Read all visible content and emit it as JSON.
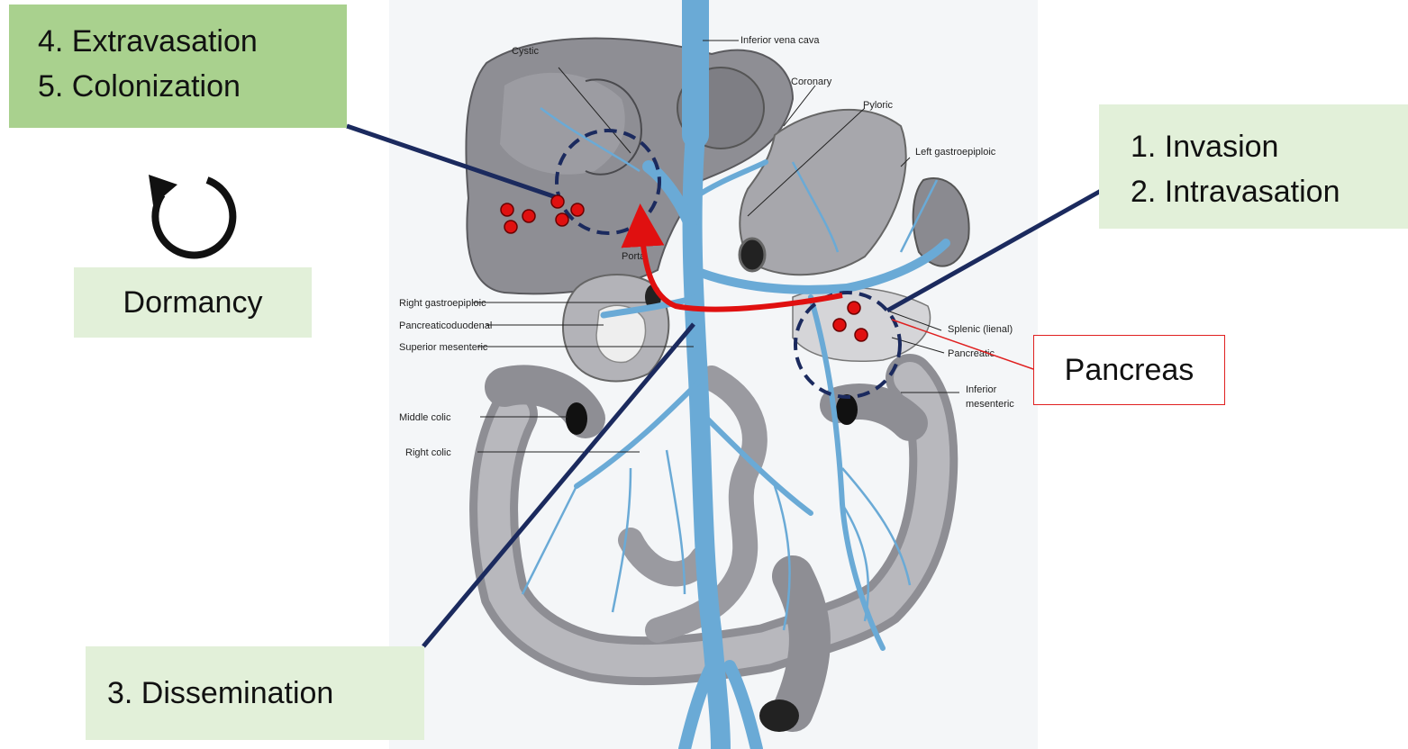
{
  "steps": {
    "extravasation": "4. Extravasation",
    "colonization": "5. Colonization",
    "invasion": "1. Invasion",
    "intravasation": "2. Intravasation",
    "dissemination": "3. Dissemination",
    "dormancy": "Dormancy"
  },
  "callout": {
    "pancreas": "Pancreas"
  },
  "anatomy_labels": {
    "inferior_vena_cava": "Inferior vena cava",
    "cystic": "Cystic",
    "coronary": "Coronary",
    "pyloric": "Pyloric",
    "left_gastroepiploic": "Left gastroepiploic",
    "portal": "Portal",
    "right_gastroepiploic": "Right gastroepiploic",
    "pancreaticoduodenal": "Pancreaticoduodenal",
    "superior_mesenteric": "Superior mesenteric",
    "splenic": "Splenic (lienal)",
    "pancreatic": "Pancreatic",
    "inferior_mesenteric_1": "Inferior",
    "inferior_mesenteric_2": "mesenteric",
    "middle_colic": "Middle colic",
    "right_colic": "Right colic"
  },
  "colors": {
    "vein": "#6aaad6",
    "organ": "#8c8c92",
    "organ_light": "#c9c9cc",
    "leader_line": "#1b2a5e",
    "tumor_cell": "#e01010",
    "arrow": "#e01010",
    "box_dark_green": "#a9d18e",
    "box_light_green": "#e2f0d9"
  }
}
